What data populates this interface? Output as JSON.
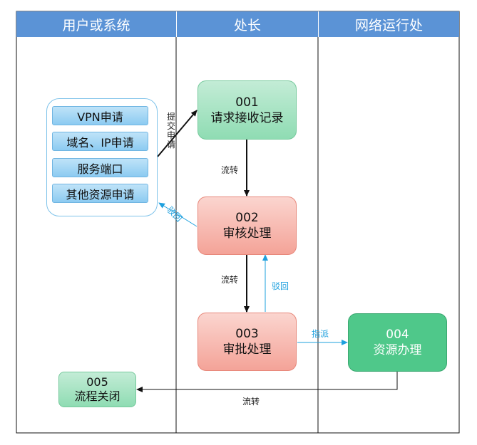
{
  "lanes": [
    "用户或系统",
    "处长",
    "网络运行处"
  ],
  "request_items": [
    "VPN申请",
    "域名、IP申请",
    "服务端口",
    "其他资源申请"
  ],
  "nodes": {
    "n001": {
      "num": "001",
      "name": "请求接收记录"
    },
    "n002": {
      "num": "002",
      "name": "审核处理"
    },
    "n003": {
      "num": "003",
      "name": "审批处理"
    },
    "n004": {
      "num": "004",
      "name": "资源办理"
    },
    "n005": {
      "num": "005",
      "name": "流程关闭"
    }
  },
  "edge_labels": {
    "submit": "提交申请",
    "flow_1": "流转",
    "reject_to_user": "驳回",
    "flow_2": "流转",
    "reject_to_002": "驳回",
    "assign": "指派",
    "flow_close": "流转"
  },
  "colors": {
    "header": "#5b93d6",
    "green_light": "#8fdcb3",
    "red_light": "#f4a398",
    "green_dark": "#4fc88a",
    "request_item": "#8ccbf1",
    "reject_edge": "#1ea0de",
    "flow_edge": "#111111"
  }
}
